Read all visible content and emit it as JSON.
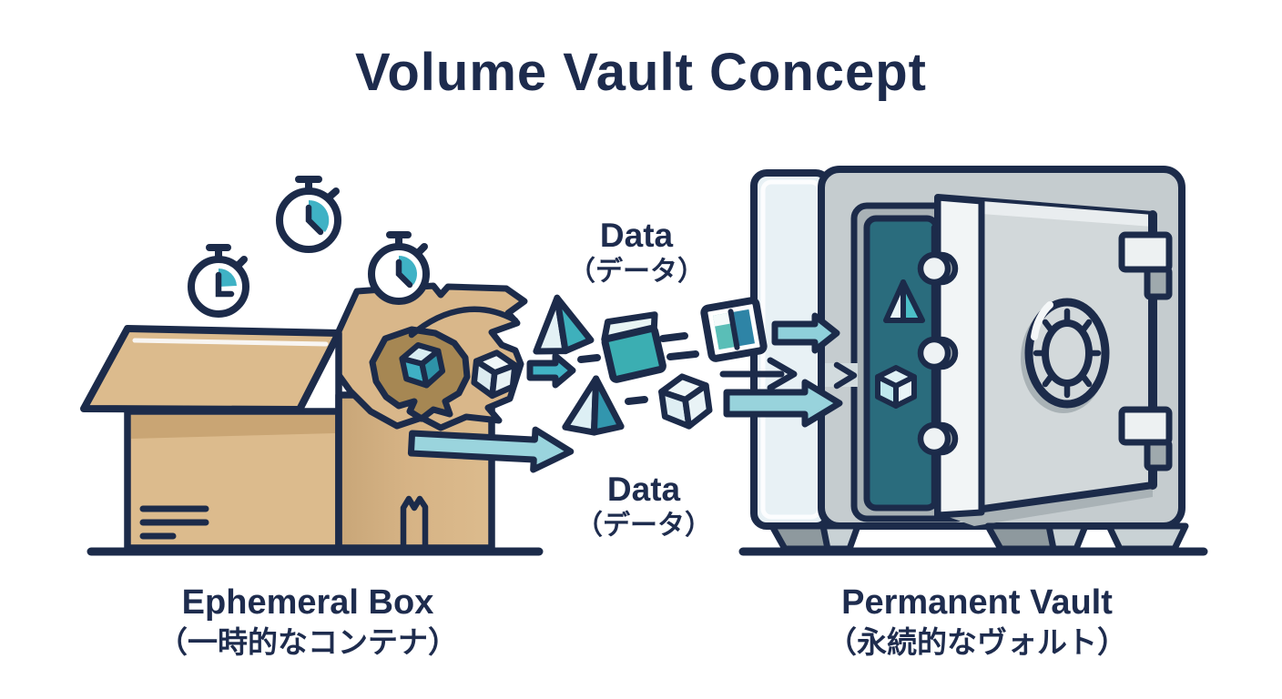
{
  "title": "Volume Vault Concept",
  "labels": {
    "data_top": {
      "en": "Data",
      "ja": "（データ）"
    },
    "data_bottom": {
      "en": "Data",
      "ja": "（データ）"
    },
    "ephemeral": {
      "en": "Ephemeral Box",
      "ja": "（一時的なコンテナ）"
    },
    "permanent": {
      "en": "Permanent Vault",
      "ja": "（永続的なヴォルト）"
    }
  },
  "left_side": {
    "subject": "open cardboard box",
    "stopwatch_count": 3
  },
  "right_side": {
    "subject": "steel safe with open door and combination dial"
  },
  "icons": {
    "stopwatch": "stopwatch-icon",
    "pyramid": "pyramid-icon",
    "cube": "cube-icon",
    "carton": "carton-icon",
    "data_tile": "data-tile-icon",
    "arrow": "arrow-right-icon",
    "dial": "vault-dial-icon"
  },
  "colors": {
    "outline_navy": "#1C2B4A",
    "text_navy": "#1E2C4E",
    "teal": "#3FB2C5",
    "teal_dark": "#2E8FA6",
    "teal_arrow_light": "#97D3DC",
    "box_tan": "#DCBB8D",
    "box_tan_dark": "#C9A574",
    "box_interior_brown": "#A68753",
    "vault_gray": "#C5CCCF",
    "vault_gray_dark": "#A9B2B6",
    "vault_panel_light": "#E8F1F5",
    "vault_interior_teal": "#2A6C7D",
    "white": "#FFFFFF"
  }
}
